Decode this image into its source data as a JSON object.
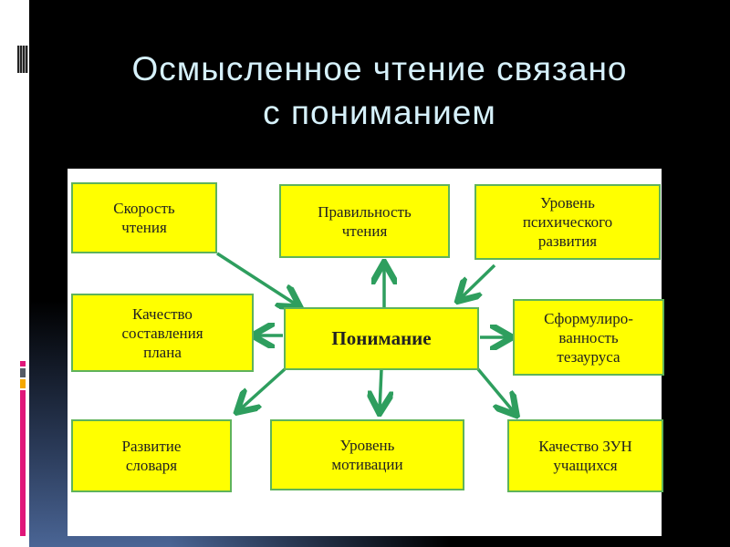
{
  "title": "Осмысленное чтение связано\nс пониманием",
  "title_line1": "Осмысленное чтение связано",
  "title_line2": "с пониманием",
  "diagram": {
    "center": "Понимание",
    "nodes": [
      "Скорость\nчтения",
      "Правильность\nчтения",
      "Уровень\nпсихического\nразвития",
      "Качество\nсоставления\nплана",
      "Сформулиро-\nванность\nтезауруса",
      "Развитие\nсловаря",
      "Уровень\nмотивации",
      "Качество ЗУН\nучащихся"
    ]
  },
  "colors": {
    "box": "#ffff00",
    "border": "#5fb35a",
    "arrow": "#2e9e5e",
    "title": "#d6f1fb"
  }
}
